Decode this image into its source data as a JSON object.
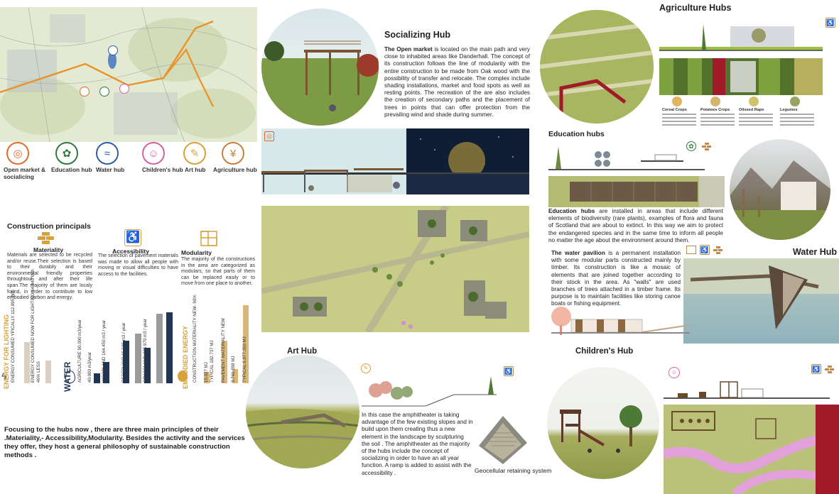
{
  "map": {
    "hubs": [
      {
        "label": "Open market & socialicing",
        "icon": "market-icon",
        "color": "#e06b2c"
      },
      {
        "label": "Education hub",
        "icon": "education-icon",
        "color": "#2f7a3a"
      },
      {
        "label": "Water hub",
        "icon": "water-icon",
        "color": "#2b5fa8"
      },
      {
        "label": "Children's hub",
        "icon": "children-icon",
        "color": "#d65fa5"
      },
      {
        "label": "Art hub",
        "icon": "art-icon",
        "color": "#d9a13a"
      },
      {
        "label": "Agriculture hub",
        "icon": "agriculture-icon",
        "color": "#c9803a"
      }
    ]
  },
  "construction": {
    "title": "Construction principals",
    "principles": [
      {
        "label": "Materiality",
        "icon": "brick-icon",
        "text": "Materials are selected to be recycled and/or reuse.Their selection is based to their durabily and their environmental friendly properties throughtout and after their life span.The majority of them are localy found, in order to contribute to low embodied carbon and energy."
      },
      {
        "label": "Accessibility",
        "icon": "wheelchair-icon",
        "text": "The selection of pavement materials was made to allow all people with moving or visual difficulties to have access to the facilities."
      },
      {
        "label": "Modularity",
        "icon": "modular-icon",
        "text": "The majority of the constructions in the area are categorized as modulars, so that parts of them can be replaced easily or to move from one place to another."
      }
    ],
    "summary": "Focusing to the hubs now , there are three main principles of their .Materiality,- Accessibility,Modularity. Besides the activity and the services they offer, they host a general philosophy of sustainable construction methods ."
  },
  "chart_data": {
    "type": "bar",
    "groups": [
      {
        "title": "ENERGY FOR LIGHTING",
        "labels": [
          "ENERGY CONSUMED YPICALLY 112.895 W/h",
          "ENERGY CONSUMED NOW FOR LIGHTING 64.940 W/h",
          "46% LESS"
        ]
      },
      {
        "title": "WATER",
        "labels": [
          "AGRICULTURE 90.000 m3/year",
          "40.000 m3/year",
          "WOODLAND 164.450 m3 / year",
          "RESERVOIR 35.535 m3 / year",
          "GRASSLAND 225.970 m3 / year"
        ]
      },
      {
        "title": "EMBODIED ENERGY",
        "labels": [
          "CONSTRUCTION MATERIALITY NEW- 90%",
          "15.027 MJ",
          "TYPICAL 182.737 MJ",
          "PAVEMENT MATERIALITY NEW",
          "3.741.398 MJ",
          "TYPICAL 6.877.350 MJ"
        ]
      }
    ]
  },
  "socializing": {
    "title": "Socializing Hub",
    "lead": "The Open market",
    "text": " is located on the main path and very close to inhabited areas like Danderhall. The concept of its construction follows the line of modularity with the entire construction to be made from Oak wood with the possibility of transfer and relocate. The complex include shading installations, market and food spots as well as resting points. The recreation of the are also includes the creation of secondary paths and the placement of trees in points that can offer protection from the prevailing wind and shade during summer."
  },
  "agriculture": {
    "title": "Agriculture Hubs",
    "crops": [
      {
        "name": "Cereal Crops",
        "icon": "wheat-icon"
      },
      {
        "name": "Potatoes Crops",
        "icon": "potato-icon"
      },
      {
        "name": "Oilseed Rape",
        "icon": "flower-icon"
      },
      {
        "name": "Legumes",
        "icon": "legume-icon"
      }
    ]
  },
  "education": {
    "title": "Education hubs",
    "lead": "Education hubs",
    "text": " are installed in areas that include different elements of biodiversity (rare plants), examples of flora and fauna of Scotland that are about to extinct. In this way we aim to protect the endangered species and in the same time to inform all people no matter the age about the environment around them."
  },
  "water": {
    "title": "Water Hub",
    "lead": "The water pavilion",
    "text": " is a permanent installation with some modular parts constructed mainly by timber. Its construction is like a mosaic of elements that are joined together according to their stock in the area. As \"walls\" are used branches of trees attached in a timber frame. Its purpose is to maintain facilities like storing canoe boats or fishing equipment."
  },
  "art": {
    "title": "Art Hub",
    "text": "In this case the amphitheater is taking advantage of the few existing slopes and in build upon them creating thus a new element in the landscape by sculpturing the soil . The amphitheater as the majority of the hubs include the concept of socializing in order to have an all year function. A ramp is added to assist with the accessibility .",
    "caption": "Geocellular retaining system"
  },
  "children": {
    "title": "Children's Hub"
  },
  "colors": {
    "orange": "#e8932a",
    "navy": "#1f3552",
    "gray": "#9b9b9b",
    "tan": "#d9b77a",
    "pink": "#d77dc7",
    "grass": "#b8c07a"
  }
}
